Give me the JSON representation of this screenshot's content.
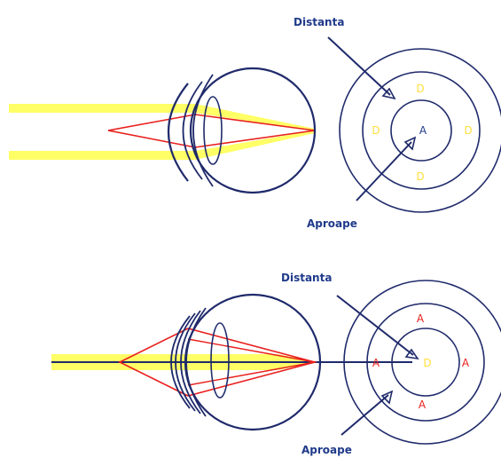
{
  "colors": {
    "outline": "#1f2a6b",
    "label": "#1f3a8a",
    "light_beam": "#ffff66",
    "ray": "#e8201e",
    "near_letter": "#1f3a8a",
    "far_letter": "#ffdf3a",
    "near_letter_red": "#e8201e"
  },
  "top_panel": {
    "far_label": "Distanta",
    "near_label": "Aproape",
    "center_letter": "A",
    "ring_letter": "D"
  },
  "bottom_panel": {
    "far_label": "Distanta",
    "near_label": "Aproape",
    "center_letter": "D",
    "ring_letter": "A"
  }
}
